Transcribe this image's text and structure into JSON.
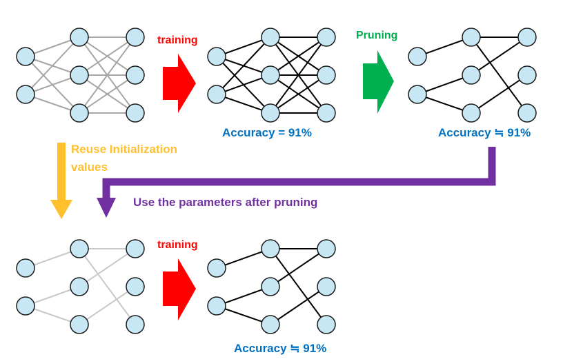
{
  "colors": {
    "node_fill": "#c7e7f4",
    "node_stroke": "#1a1a1a",
    "edge_gray": "#a6a6a6",
    "edge_light_gray": "#c8c8c8",
    "edge_black": "#000000",
    "arrow_red": "#ff0000",
    "arrow_green": "#00b050",
    "arrow_orange": "#ffc02d",
    "arrow_purple": "#7030a0",
    "accuracy_blue": "#0070c0"
  },
  "labels": {
    "training_top": "training",
    "pruning": "Pruning",
    "reuse_line1": "Reuse Initialization",
    "reuse_line2": "values",
    "use_params": "Use the parameters after pruning",
    "training_bottom": "training",
    "accuracy_trained": "Accuracy = 91%",
    "accuracy_pruned": "Accuracy ≒ 91%",
    "accuracy_retrained": "Accuracy ≒ 91%"
  },
  "networks": [
    {
      "name": "initial-network",
      "edge_color": "gray",
      "edges": [
        [
          0,
          2
        ],
        [
          0,
          3
        ],
        [
          0,
          4
        ],
        [
          1,
          2
        ],
        [
          1,
          3
        ],
        [
          1,
          4
        ],
        [
          2,
          5
        ],
        [
          2,
          6
        ],
        [
          2,
          7
        ],
        [
          3,
          5
        ],
        [
          3,
          6
        ],
        [
          3,
          7
        ],
        [
          4,
          5
        ],
        [
          4,
          6
        ],
        [
          4,
          7
        ]
      ]
    },
    {
      "name": "trained-network",
      "edge_color": "black",
      "edges": [
        [
          0,
          2
        ],
        [
          0,
          3
        ],
        [
          0,
          4
        ],
        [
          1,
          2
        ],
        [
          1,
          3
        ],
        [
          1,
          4
        ],
        [
          2,
          5
        ],
        [
          2,
          6
        ],
        [
          2,
          7
        ],
        [
          3,
          5
        ],
        [
          3,
          6
        ],
        [
          3,
          7
        ],
        [
          4,
          5
        ],
        [
          4,
          6
        ],
        [
          4,
          7
        ]
      ]
    },
    {
      "name": "pruned-network",
      "edge_color": "black",
      "edges": [
        [
          0,
          2
        ],
        [
          1,
          3
        ],
        [
          1,
          4
        ],
        [
          2,
          5
        ],
        [
          2,
          7
        ],
        [
          3,
          5
        ],
        [
          4,
          6
        ]
      ]
    },
    {
      "name": "reinit-pruned-network",
      "edge_color": "light_gray",
      "edges": [
        [
          0,
          2
        ],
        [
          1,
          3
        ],
        [
          1,
          4
        ],
        [
          2,
          5
        ],
        [
          2,
          7
        ],
        [
          3,
          5
        ],
        [
          4,
          6
        ]
      ]
    },
    {
      "name": "retrained-network",
      "edge_color": "black",
      "edges": [
        [
          0,
          2
        ],
        [
          1,
          3
        ],
        [
          1,
          4
        ],
        [
          2,
          5
        ],
        [
          2,
          7
        ],
        [
          3,
          5
        ],
        [
          4,
          6
        ]
      ]
    }
  ]
}
